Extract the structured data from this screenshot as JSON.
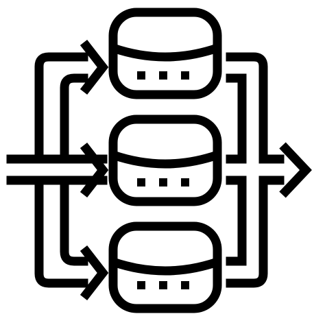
{
  "icon": {
    "name": "load-balancer-icon",
    "servers": [
      {
        "name": "server-top"
      },
      {
        "name": "server-middle"
      },
      {
        "name": "server-bottom"
      }
    ],
    "colors": {
      "stroke": "#000000",
      "background": "#ffffff"
    }
  }
}
